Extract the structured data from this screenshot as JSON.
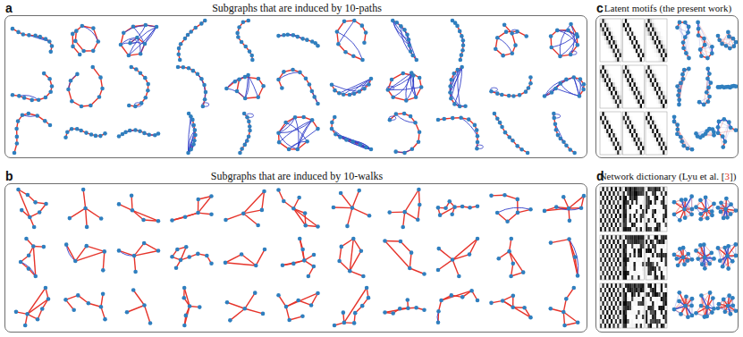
{
  "diagram": {
    "nodes": [
      {
        "text": [
          "a",
          "Subgraphs that are induced by 10-paths"
        ]
      },
      {
        "text": [
          "c",
          "Latent motifs (the present work)"
        ]
      },
      {
        "text": [
          "b",
          "Subgraphs that are induced by 10-walks"
        ]
      },
      {
        "text": [
          "d",
          "Network dictionary (Lyu et al. [3])"
        ]
      }
    ]
  }
}
